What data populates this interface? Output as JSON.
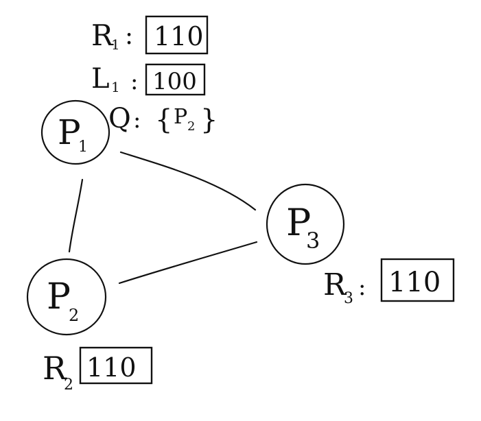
{
  "nodes": {
    "p1": {
      "letter": "P",
      "sub": "1"
    },
    "p2": {
      "letter": "P",
      "sub": "2"
    },
    "p3": {
      "letter": "P",
      "sub": "3"
    }
  },
  "p1_state": {
    "r_label": "R",
    "r_sub": "1",
    "r_value": "110",
    "l_label": "L",
    "l_sub": "1",
    "l_value": "100",
    "q_label": "Q",
    "q_open": "{",
    "q_item_letter": "P",
    "q_item_sub": "2",
    "q_close": "}"
  },
  "p2_state": {
    "r_label": "R",
    "r_sub": "2",
    "r_value": "110"
  },
  "p3_state": {
    "r_label": "R",
    "r_sub": "3",
    "r_value": "110"
  },
  "separator": ":"
}
